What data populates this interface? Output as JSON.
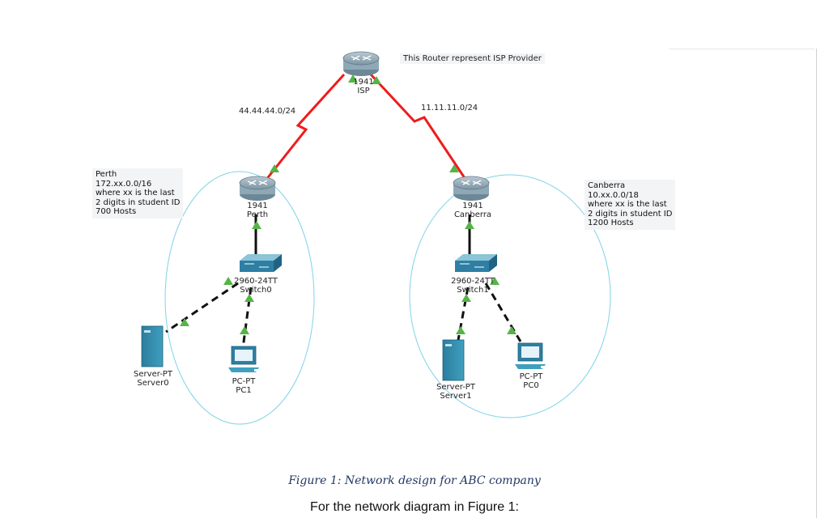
{
  "isp_note": "This Router represent ISP Provider",
  "links": {
    "isp_perth": "44.44.44.0/24",
    "isp_canberra": "11.11.11.0/24"
  },
  "devices": {
    "isp": {
      "model": "1941",
      "name": "ISP"
    },
    "perth_router": {
      "model": "1941",
      "name": "Perth"
    },
    "canberra_router": {
      "model": "1941",
      "name": "Canberra"
    },
    "switch0": {
      "model": "2960-24TT",
      "name": "Switch0"
    },
    "switch1": {
      "model": "2960-24TT",
      "name": "Switch1"
    },
    "server0": {
      "model": "Server-PT",
      "name": "Server0"
    },
    "server1": {
      "model": "Server-PT",
      "name": "Server1"
    },
    "pc1": {
      "model": "PC-PT",
      "name": "PC1"
    },
    "pc0": {
      "model": "PC-PT",
      "name": "PC0"
    }
  },
  "perth_note": {
    "lines": [
      "Perth",
      "172.xx.0.0/16",
      "where xx is the last",
      "2 digits in student ID",
      "700 Hosts"
    ]
  },
  "canberra_note": {
    "lines": [
      "Canberra",
      "10.xx.0.0/18",
      "where xx is the last",
      "2 digits in student ID",
      "1200 Hosts"
    ]
  },
  "caption": "Figure 1: Network design for ABC company",
  "heading": "For the network diagram in Figure 1:",
  "colors": {
    "serial_link": "#ee1c1c",
    "link_up": "#56b447",
    "device_blue": "#2e7fa3",
    "cluster_outline": "#7fd3e8"
  }
}
